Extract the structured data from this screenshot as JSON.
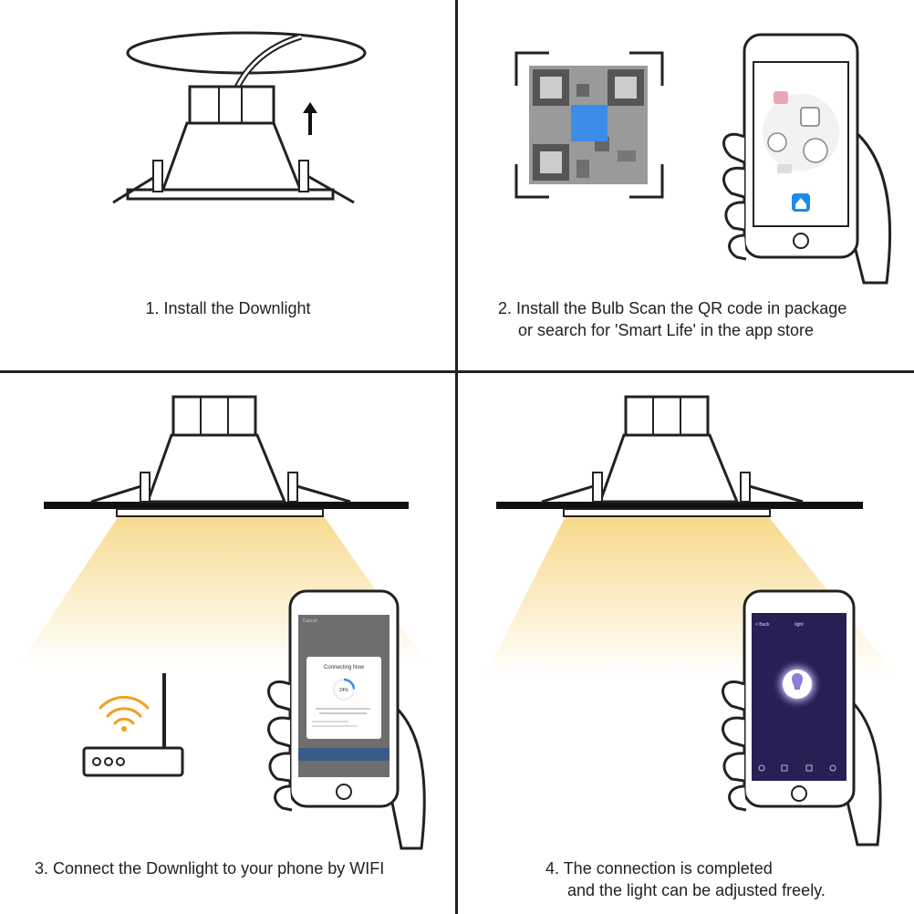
{
  "steps": [
    {
      "caption": "1. Install the Downlight"
    },
    {
      "caption_line1": "2. Install the Bulb Scan the QR code in package",
      "caption_line2": "or search for 'Smart Life' in the app store"
    },
    {
      "caption": "3. Connect the Downlight to your phone by WIFI",
      "screen_title": "Connecting Now",
      "screen_progress": "24%",
      "progress_value": 0.24
    },
    {
      "caption_line1": "4. The connection is completed",
      "caption_line2": "and the light can be adjusted freely.",
      "screen_back": "< Back",
      "screen_title": "light"
    }
  ],
  "colors": {
    "line": "#222222",
    "light_glow": "#f7d98a",
    "app_blue": "#1e8be8",
    "app_dark": "#2a1f55",
    "wifi_orange": "#f0a020"
  }
}
